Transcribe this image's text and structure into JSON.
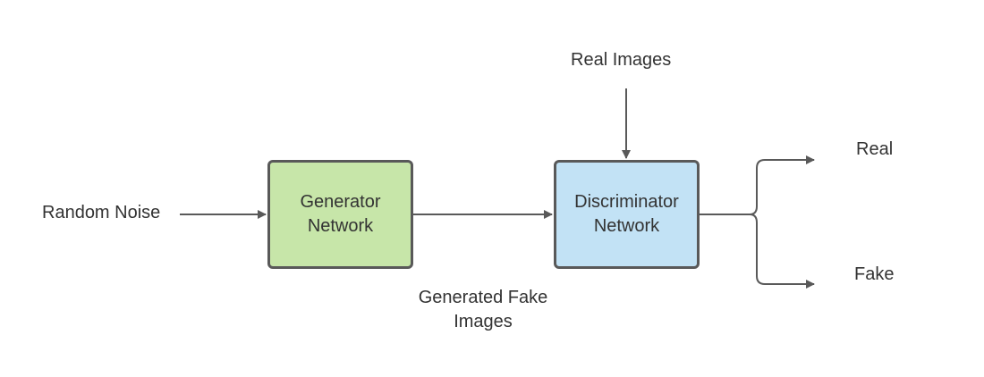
{
  "diagram": {
    "colors": {
      "generator_fill": "#c7e6a9",
      "discriminator_fill": "#c2e2f5",
      "box_border": "#595959",
      "arrow": "#595959",
      "text": "#333333"
    },
    "input_label": "Random Noise",
    "generator": {
      "line1": "Generator",
      "line2": "Network"
    },
    "discriminator": {
      "line1": "Discriminator",
      "line2": "Network"
    },
    "real_images_label": "Real Images",
    "generated_label": {
      "line1": "Generated Fake",
      "line2": "Images"
    },
    "outputs": {
      "real": "Real",
      "fake": "Fake"
    }
  }
}
